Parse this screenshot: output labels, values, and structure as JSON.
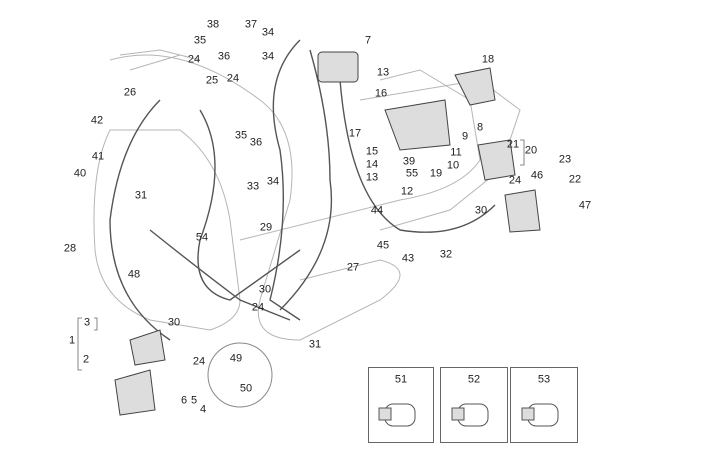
{
  "diagram": {
    "callouts": [
      "38",
      "37",
      "34",
      "35",
      "36",
      "34",
      "7",
      "24",
      "25",
      "24",
      "26",
      "13",
      "18",
      "16",
      "42",
      "35",
      "36",
      "17",
      "8",
      "9",
      "15",
      "11",
      "21",
      "20",
      "41",
      "14",
      "39",
      "10",
      "40",
      "33",
      "34",
      "13",
      "55",
      "19",
      "23",
      "22",
      "46",
      "24",
      "31",
      "12",
      "47",
      "44",
      "30",
      "29",
      "54",
      "45",
      "28",
      "32",
      "43",
      "27",
      "48",
      "30",
      "24",
      "3",
      "30",
      "1",
      "31",
      "2",
      "24",
      "49",
      "50",
      "6",
      "5",
      "4"
    ],
    "insets": [
      {
        "label": "51"
      },
      {
        "label": "52"
      },
      {
        "label": "53"
      }
    ],
    "line_color": "#9a9a9a",
    "text_color": "#222222"
  }
}
